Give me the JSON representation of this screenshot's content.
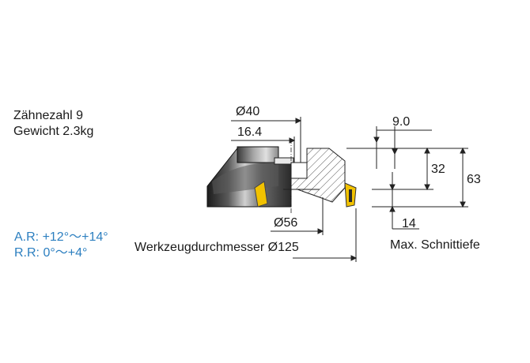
{
  "specs": {
    "teeth": "Zähnezahl 9",
    "weight": "Gewicht 2.3kg"
  },
  "angles": {
    "axial_rake": "A.R: +12°～+14°",
    "radial_rake": "R.R: 0°～+4°"
  },
  "dimensions": {
    "bore_diameter": "Ø40",
    "hub_width": "16.4",
    "keyway_width": "9.0",
    "body_diameter": "Ø56",
    "cutter_diameter": "Werkzeugdurchmesser Ø125",
    "height_32": "32",
    "height_63": "63",
    "max_depth_value": "14",
    "max_depth_label": "Max. Schnittiefe"
  },
  "colors": {
    "text": "#1a1a1a",
    "angle_text": "#2c7fc0",
    "insert": "#f2c200",
    "hatch": "#555555",
    "body_dark": "#2a2a2a",
    "body_light": "#b8b8b8"
  }
}
